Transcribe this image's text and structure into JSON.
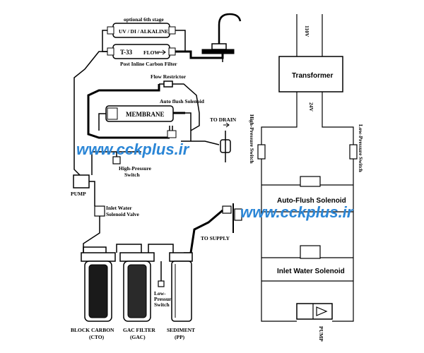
{
  "diagram": {
    "labels": {
      "optional_stage": "optional 6th stage",
      "uv_di_alkaline": "UV / DI / ALKALINE",
      "t33": "T-33",
      "flow": "FLOW",
      "post_inline": "Post Inline Carbon Filter",
      "flow_restrictor": "Flow Restrictor",
      "auto_flush_solenoid": "Auto flush Solenoid",
      "membrane": "MEMBRANE",
      "to_drain": "TO DRAIN",
      "high_pressure_switch_1": "High-Pressure",
      "high_pressure_switch_2": "Switch",
      "pump": "PUMP",
      "inlet_valve_1": "Inlet Water",
      "inlet_valve_2": "Solenoid Valve",
      "to_supply": "TO SUPPLY",
      "low_pressure_1": "Low-",
      "low_pressure_2": "Pressure",
      "low_pressure_3": "Switch",
      "block_carbon": "BLOCK CARBON",
      "cto": "(CTO)",
      "gac_filter": "GAC FILTER",
      "gac": "(GAC)",
      "sediment": "SEDIMENT",
      "pp": "(PP)"
    },
    "electrical": {
      "v110": "110V",
      "transformer": "Transformer",
      "v24": "24V",
      "high_pressure_switch": "High-Pressure Switch",
      "low_pressure_switch": "Low-Pressure Switch",
      "auto_flush": "Auto-Flush Solenoid",
      "inlet_solenoid": "Inlet Water Solenoid",
      "pump": "PUMP"
    },
    "watermark": "www.cckplus.ir"
  }
}
